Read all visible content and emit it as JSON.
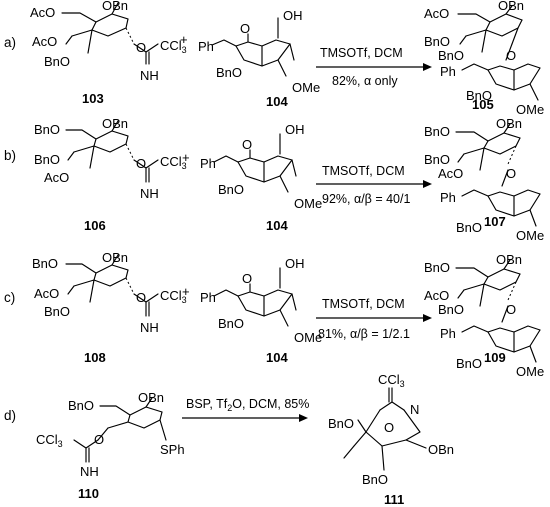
{
  "rows": [
    {
      "label": "a)",
      "donor": {
        "number": "103",
        "group_top": "AcO",
        "group_c4": "AcO",
        "group_c3": "BnO",
        "group_c2": "OBn",
        "group_c2b": "BnO",
        "leaving_group": "CCl3",
        "imine": "NH"
      },
      "acceptor": {
        "number": "104",
        "phenyl": "Ph",
        "oh": "OH",
        "bno": "BnO",
        "ome": "OMe"
      },
      "plus": "+",
      "reagents": "TMSOTf, DCM",
      "outcome": "82%, α only",
      "product": {
        "number": "105",
        "ac_top": "AcO",
        "bn_a": "BnO",
        "bn_b": "BnO",
        "obn": "OBn",
        "ph": "Ph",
        "bno": "BnO",
        "ome": "OMe"
      }
    },
    {
      "label": "b)",
      "donor": {
        "number": "106",
        "group_top": "BnO",
        "group_c4": "BnO",
        "group_c3": "AcO",
        "group_c2": "OBn",
        "leaving_group": "CCl3",
        "imine": "NH"
      },
      "acceptor": {
        "number": "104",
        "phenyl": "Ph",
        "oh": "OH",
        "bno": "BnO",
        "ome": "OMe"
      },
      "plus": "+",
      "reagents": "TMSOTf, DCM",
      "outcome": "92%, α/β = 40/1",
      "product": {
        "number": "107",
        "ac_top": "BnO",
        "bn_a": "BnO",
        "bn_b": "AcO",
        "obn": "OBn",
        "ph": "Ph",
        "bno": "BnO",
        "ome": "OMe"
      }
    },
    {
      "label": "c)",
      "donor": {
        "number": "108",
        "group_top": "BnO",
        "group_c4": "AcO",
        "group_c3": "BnO",
        "group_c2": "OBn",
        "leaving_group": "CCl3",
        "imine": "NH"
      },
      "acceptor": {
        "number": "104",
        "phenyl": "Ph",
        "oh": "OH",
        "bno": "BnO",
        "ome": "OMe"
      },
      "plus": "+",
      "reagents": "TMSOTf, DCM",
      "outcome": "81%, α/β = 1/2.1",
      "product": {
        "number": "109",
        "ac_top": "BnO",
        "bn_a": "AcO",
        "bn_b": "BnO",
        "obn": "OBn",
        "ph": "Ph",
        "bno": "BnO",
        "ome": "OMe"
      }
    },
    {
      "label": "d)",
      "donor": {
        "number": "110",
        "group_top": "BnO",
        "group_c2": "OBn",
        "ccl3": "CCl3",
        "imine": "NH",
        "sph": "SPh"
      },
      "reagents": "BSP, Tf2O, DCM, 85%",
      "product": {
        "number": "111",
        "ccl3": "CCl3",
        "n": "N",
        "bno": "BnO",
        "obn": "OBn",
        "o": "O"
      }
    }
  ]
}
